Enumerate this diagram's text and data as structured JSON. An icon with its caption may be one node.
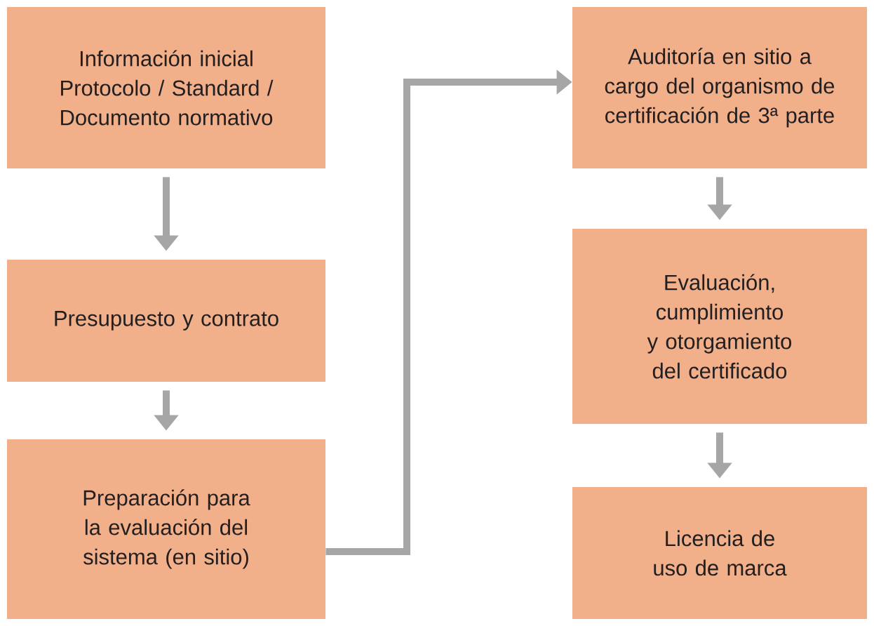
{
  "diagram": {
    "nodes": [
      {
        "text": [
          "Información inicial Protocolo / Standard / Documento normativo"
        ]
      },
      {
        "text": [
          "Presupuesto y contrato"
        ]
      },
      {
        "text": [
          "Preparación para la evaluación del sistema (en sitio)"
        ]
      },
      {
        "text": [
          "Auditoría en sitio a cargo del organismo de certificación de 3ª parte"
        ]
      },
      {
        "text": [
          "Evaluación, cumplimiento y otorgamiento del certificado"
        ]
      },
      {
        "text": [
          "Licencia de uso de marca"
        ]
      }
    ],
    "edges": [
      {
        "from": 0,
        "to": 1,
        "arrow": "to"
      },
      {
        "from": 1,
        "to": 2,
        "arrow": "to"
      },
      {
        "from": 2,
        "to": 3,
        "arrow": "to"
      },
      {
        "from": 3,
        "to": 4,
        "arrow": "to"
      },
      {
        "from": 4,
        "to": 5,
        "arrow": "to"
      }
    ]
  }
}
